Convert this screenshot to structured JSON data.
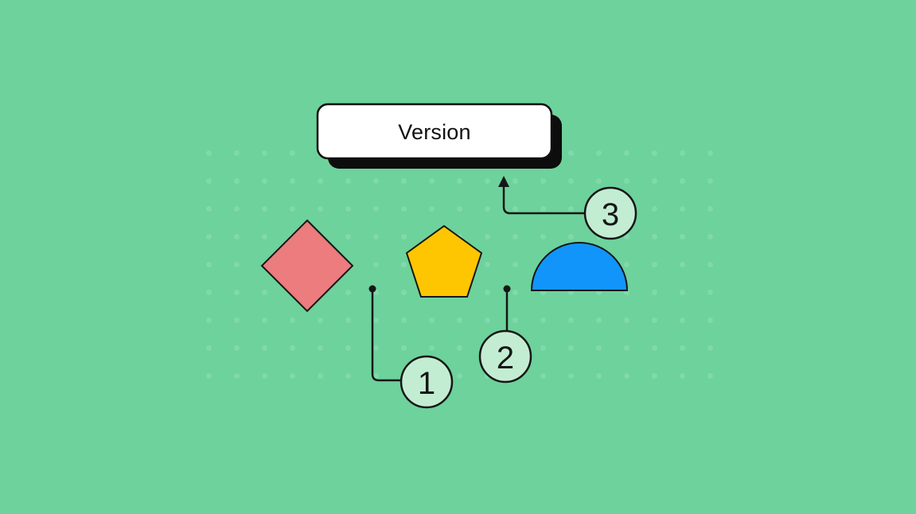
{
  "illustration": {
    "background_color": "#6dd29c",
    "dot_color": "#80d9ac",
    "ink_color": "#161616",
    "label_box": {
      "text": "Version",
      "fill": "#ffffff",
      "border_color": "#111111",
      "shadow_color": "#0d0d0d",
      "text_color": "#111111"
    },
    "shapes": [
      {
        "name": "diamond",
        "color": "#ec7c7d"
      },
      {
        "name": "pentagon",
        "color": "#fec601"
      },
      {
        "name": "semicircle",
        "color": "#1195fb"
      }
    ],
    "callouts": [
      {
        "number": "1"
      },
      {
        "number": "2"
      },
      {
        "number": "3"
      }
    ],
    "callout_fill": "#c3edd2"
  }
}
